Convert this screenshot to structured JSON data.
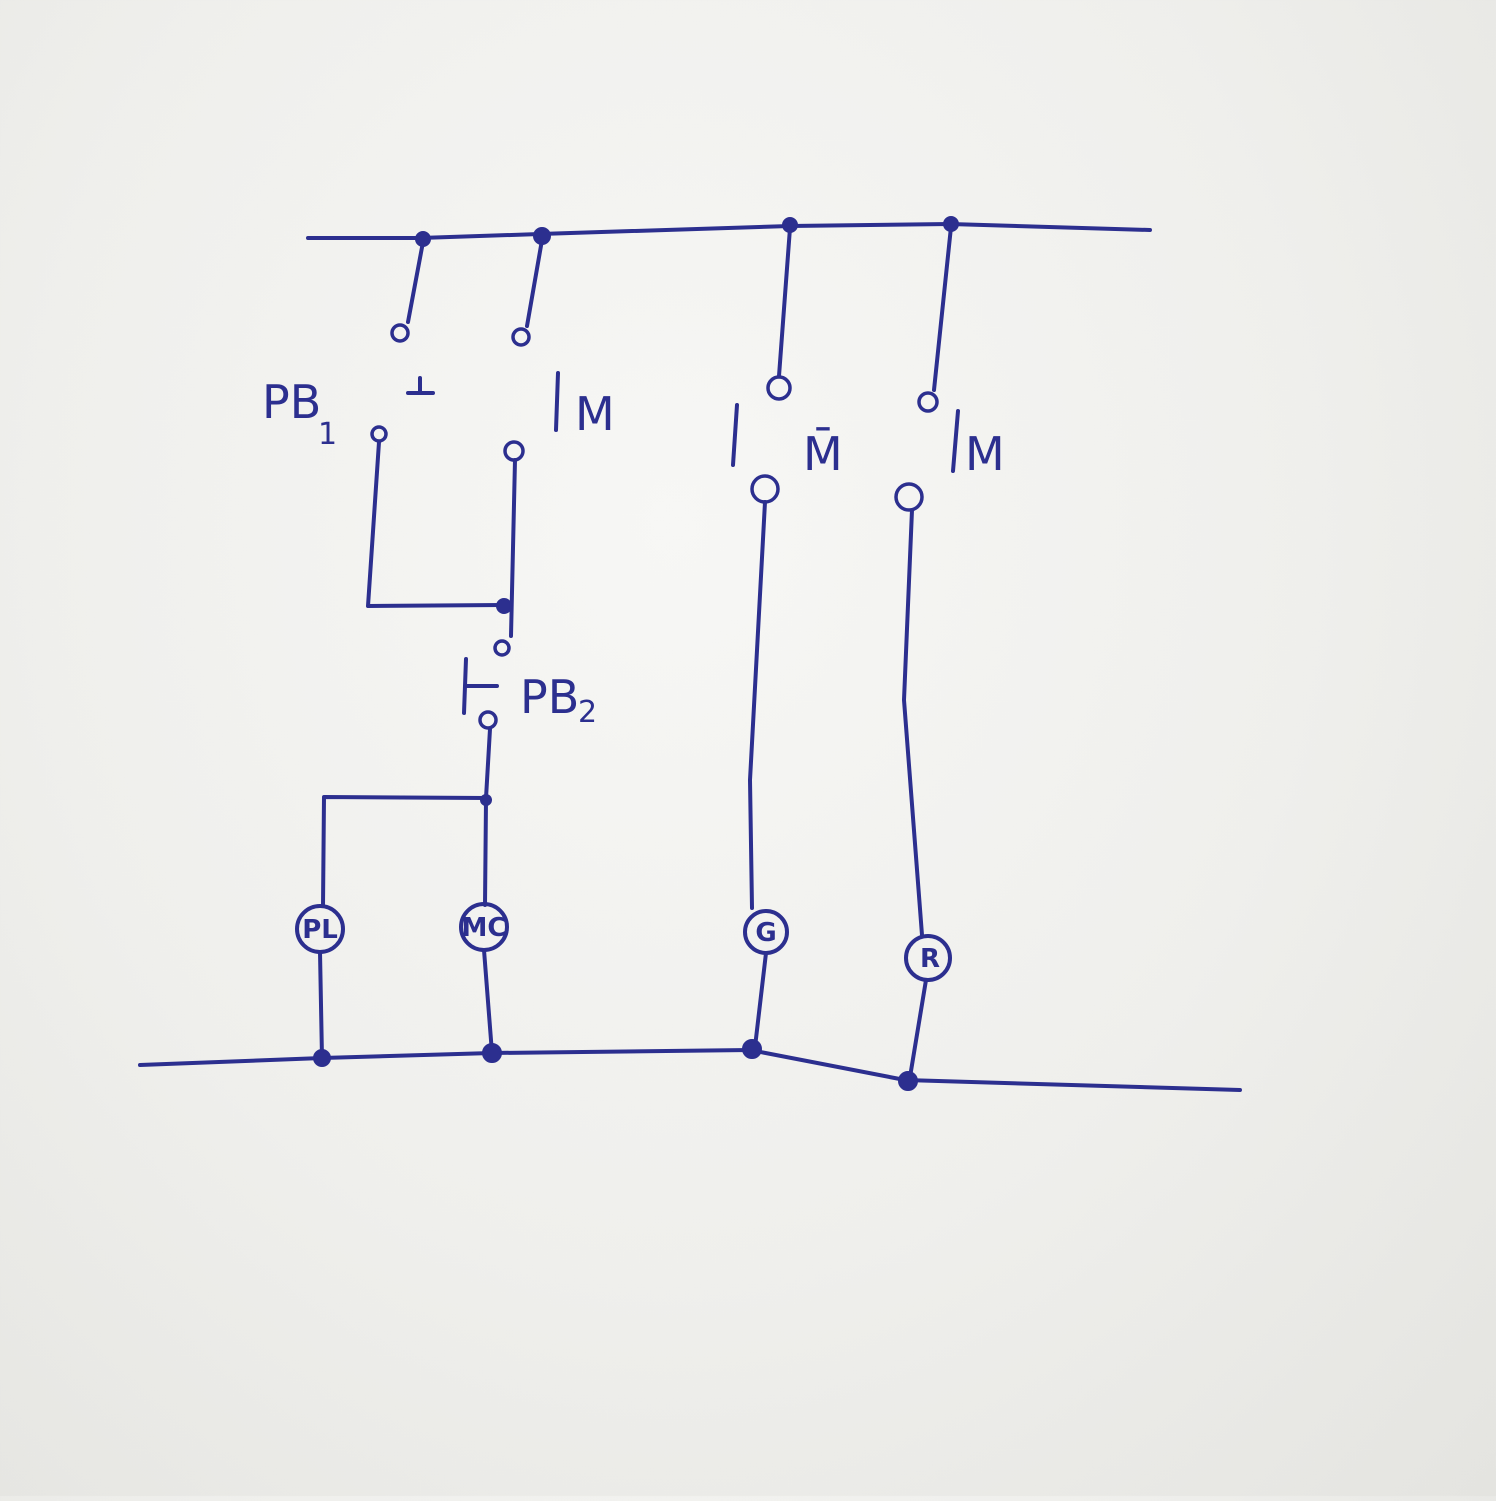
{
  "colors": {
    "ink": "#2c2f8f",
    "paper": "#f3f3f0"
  },
  "labels": {
    "pb1": "PB",
    "pb1_sub": "1",
    "pb2": "PB",
    "pb2_sub": "2",
    "m_contact_1": "M",
    "m_bar_contact": "M̄",
    "m_contact_2": "M"
  },
  "coils": {
    "pl": "PL",
    "mc": "MC",
    "g": "G",
    "r": "R"
  }
}
